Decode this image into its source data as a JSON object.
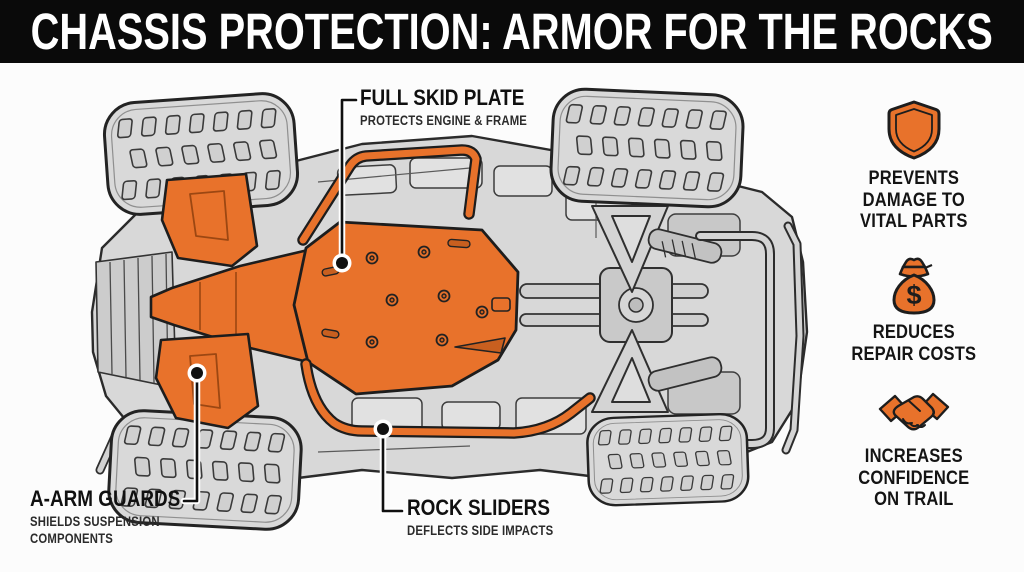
{
  "header": {
    "title": "CHASSIS PROTECTION: ARMOR FOR THE ROCKS"
  },
  "diagram": {
    "description": "Underside view of UTV chassis with highlighted armor parts",
    "callouts": [
      {
        "id": "full-skid-plate",
        "title": "FULL SKID PLATE",
        "subtitle": "PROTECTS ENGINE & FRAME"
      },
      {
        "id": "a-arm-guards",
        "title": "A-ARM GUARDS",
        "subtitle": "SHIELDS SUSPENSION\nCOMPONENTS"
      },
      {
        "id": "rock-sliders",
        "title": "ROCK SLIDERS",
        "subtitle": "DEFLECTS SIDE IMPACTS"
      }
    ]
  },
  "benefits": [
    {
      "icon": "shield-icon",
      "label": "PREVENTS\nDAMAGE TO\nVITAL PARTS"
    },
    {
      "icon": "money-bag-icon",
      "label": "REDUCES\nREPAIR COSTS"
    },
    {
      "icon": "handshake-icon",
      "label": "INCREASES\nCONFIDENCE\nON TRAIL"
    }
  ],
  "colors": {
    "accent_orange": "#e8722b",
    "header_bg": "#0a0a0a",
    "body_gray": "#d8d8d8",
    "line_ink": "#242424"
  }
}
